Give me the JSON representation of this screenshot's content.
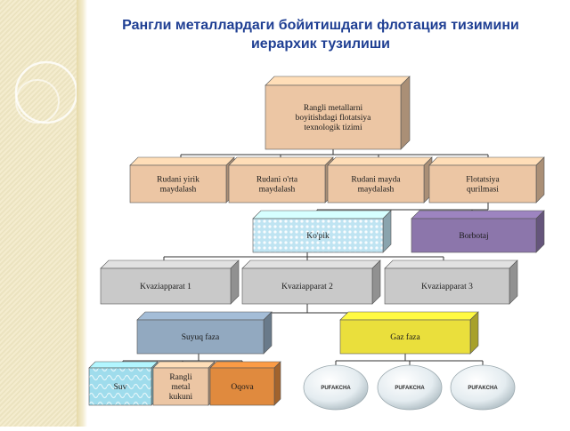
{
  "title": "Рангли металлардаги бойитишдаги флотация тизимини иерархик тузилиши",
  "nodes": {
    "root": [
      "Rangli metallarni",
      "boyitishdagi flotatsiya",
      "texnologik tizimi"
    ],
    "l1a": [
      "Rudani yirik",
      "maydalash"
    ],
    "l1b": [
      "Rudani o'rta",
      "maydalash"
    ],
    "l1c": [
      "Rudani mayda",
      "maydalash"
    ],
    "l1d": [
      "Flotatsiya",
      "qurilmasi"
    ],
    "kopik": [
      "Ko'pik"
    ],
    "borbotaj": [
      "Borbotaj"
    ],
    "k1": [
      "Kvaziapparat 1"
    ],
    "k2": [
      "Kvaziapparat 2"
    ],
    "k3": [
      "Kvaziapparat 3"
    ],
    "suyuq": [
      "Suyuq faza"
    ],
    "gaz": [
      "Gaz faza"
    ],
    "suv": [
      "Suv"
    ],
    "kukun": [
      "Rangli",
      "metal",
      "kukuni"
    ],
    "oqova": [
      "Oqova"
    ],
    "p1": [
      "PUFAKCHA"
    ],
    "p2": [
      "PUFAKCHA"
    ],
    "p3": [
      "PUFAKCHA"
    ]
  },
  "colors": {
    "title": "#1f3f93",
    "tan": "#ecc6a4",
    "gray": "#c9c9c9",
    "blue": "#bfe4f2",
    "purple": "#8c76ab",
    "steel": "#92a9c0",
    "yellow": "#eadf3c",
    "cyan": "#9fdcec",
    "orange": "#e08a3e",
    "bubble": "#e4ecf0"
  }
}
